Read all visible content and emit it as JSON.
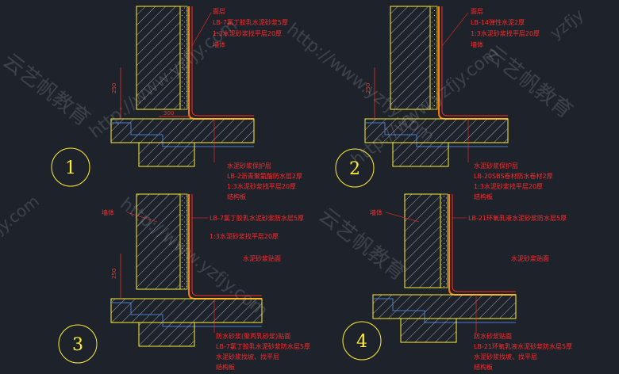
{
  "details": [
    {
      "number": "1",
      "top_labels": [
        "面层",
        "LB-7氯丁胶乳水泥砂浆5厚",
        "1:3水泥砂浆找平层20厚",
        "墙体"
      ],
      "bottom_labels": [
        "水泥砂浆保护层",
        "LB-2沥青聚氨酯防水层2厚",
        "1:3水泥砂浆找平层20厚",
        "结构板"
      ],
      "dim_vertical": "250",
      "dim_horizontal": "300"
    },
    {
      "number": "2",
      "top_labels": [
        "面层",
        "LB-14弹性水泥2厚",
        "1:3水泥砂浆找平层20厚",
        "墙体"
      ],
      "bottom_labels": [
        "水泥砂浆保护层",
        "LB-20SBS卷材防水卷材2厚",
        "1:3水泥砂浆找平层20厚",
        "结构板"
      ],
      "dim_vertical": "250",
      "dim_horizontal": ""
    },
    {
      "number": "3",
      "top_labels": [
        "墙体",
        "LB-7氯丁胶乳水泥砂浆防水层5厚",
        "1:3水泥砂浆找平层20厚",
        "水泥砂浆贴面"
      ],
      "bottom_labels": [
        "防水砂浆(聚丙乳砂浆)贴面",
        "LB-7氯丁胶乳水泥砂浆防水层5厚",
        "水泥砂浆找坡、找平层",
        "结构板"
      ],
      "dim_vertical": "250",
      "dim_horizontal": ""
    },
    {
      "number": "4",
      "top_labels": [
        "墙体",
        "LB-21环氧乳液水泥砂浆防水层5厚",
        "水泥砂浆贴面"
      ],
      "bottom_labels": [
        "防水砂浆贴面",
        "LB-21环氧乳液水泥砂浆防水层5厚",
        "水泥砂浆找坡、找平层",
        "结构板"
      ],
      "dim_vertical": "",
      "dim_horizontal": ""
    }
  ],
  "watermarks": {
    "url": "http://www.yzfjy.com",
    "brand": "云艺帆教育",
    "corner_top": "yzfjy",
    "corner_left": "fjy.com"
  },
  "colors": {
    "background": "#1e232b",
    "wall_lines": "#ffee33",
    "hatch": "#d0d0d0",
    "annotation": "#ff2a2a",
    "membrane": "#ff7a00",
    "grid": "#4a7ad0"
  }
}
